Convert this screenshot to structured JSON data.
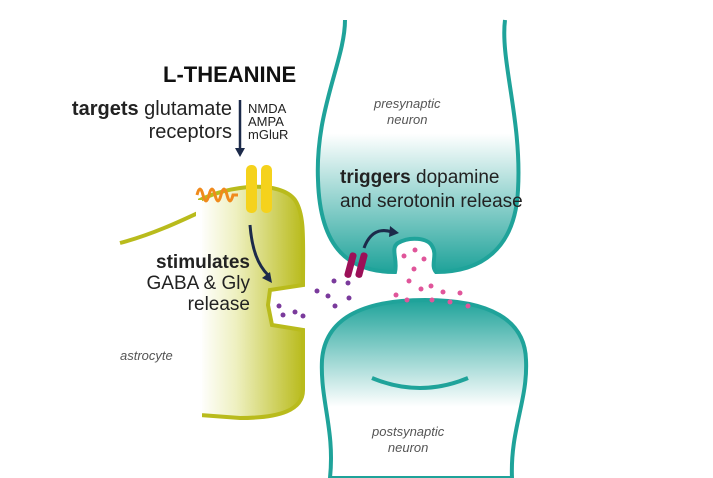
{
  "title": "L-THEANINE",
  "targets": {
    "bold": "targets",
    "rest": " glutamate",
    "line2": "receptors"
  },
  "receptors": [
    "NMDA",
    "AMPA",
    "mGluR"
  ],
  "stimulates": {
    "bold": "stimulates",
    "line2": "GABA & Gly",
    "line3": "release"
  },
  "triggers": {
    "bold": "triggers",
    "rest": " dopamine",
    "line2": "and serotonin release"
  },
  "labels": {
    "presynaptic": "presynaptic",
    "presynaptic2": "neuron",
    "postsynaptic": "postsynaptic",
    "postsynaptic2": "neuron",
    "astrocyte": "astrocyte"
  },
  "colors": {
    "astrocyte": "#b9bb1c",
    "neuron": "#1fa39a",
    "arrow": "#1c2a4a",
    "receptor": "#f5d21c",
    "theanine": "#f08a1c",
    "dat": "#9c1058",
    "gaba": "#7a3a9c",
    "monoamine": "#e0559a"
  }
}
